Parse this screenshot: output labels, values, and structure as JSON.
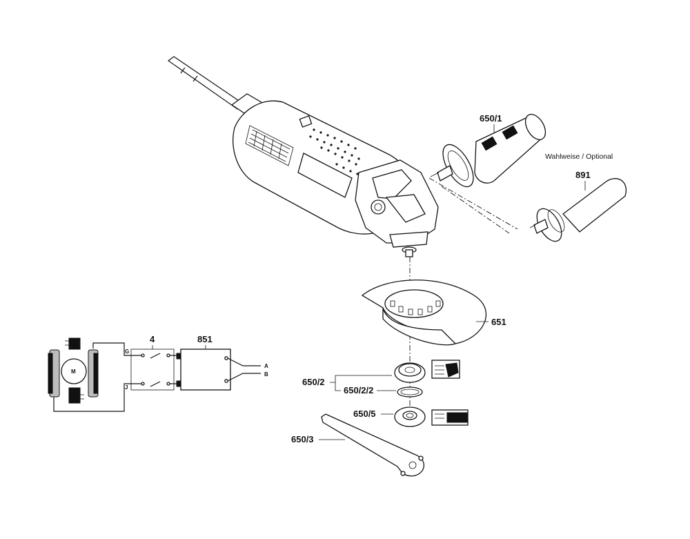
{
  "labels": {
    "handle_650_1": "650/1",
    "optional_note": "Wahlweise / Optional",
    "handle_891": "891",
    "guard_651": "651",
    "flange_650_2": "650/2",
    "oring_650_2_2": "650/2/2",
    "nut_650_5": "650/5",
    "spanner_650_3": "650/3",
    "switch_4": "4",
    "module_851": "851",
    "motor_m": "M",
    "terminal_g": "G",
    "terminal_j": "J",
    "terminal_a": "A",
    "terminal_b": "B"
  },
  "icons": [
    "angle-grinder-icon",
    "auxiliary-handle-icon",
    "guard-icon",
    "flange-icon",
    "oring-icon",
    "clamping-nut-icon",
    "pin-spanner-icon",
    "motor-icon"
  ]
}
